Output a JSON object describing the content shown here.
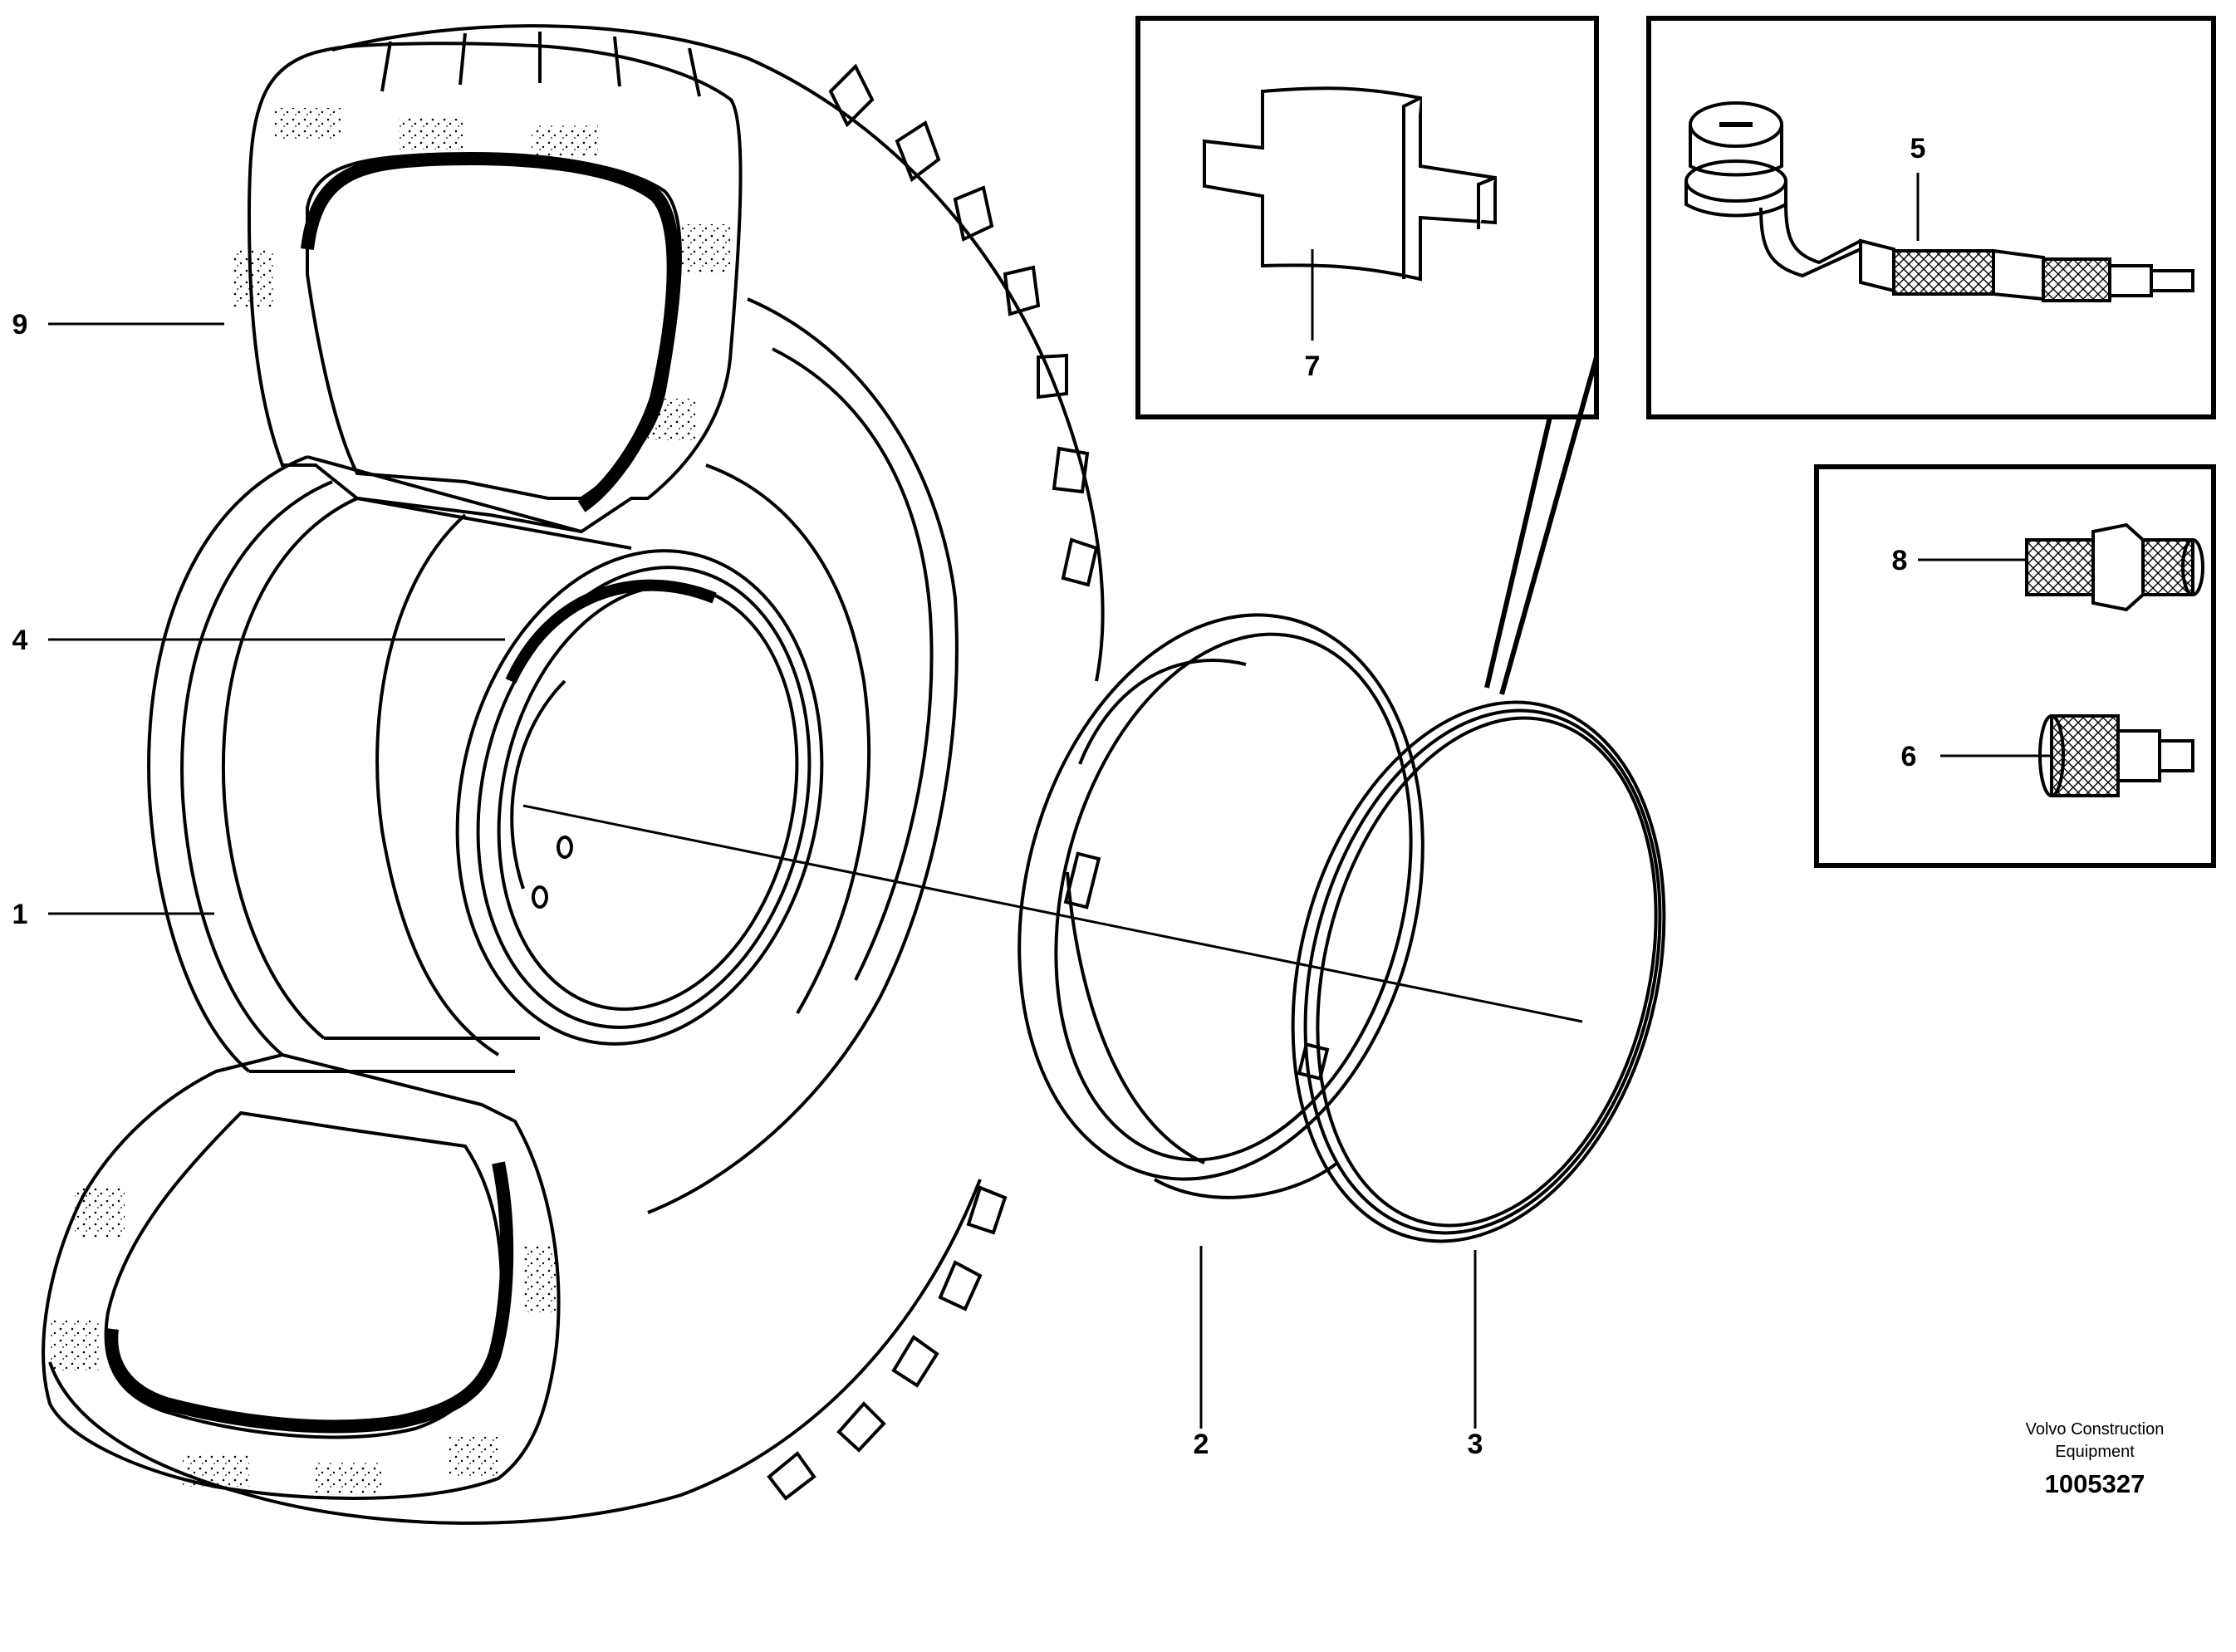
{
  "callouts": {
    "c1": "1",
    "c2": "2",
    "c3": "3",
    "c4": "4",
    "c5": "5",
    "c6": "6",
    "c7": "7",
    "c8": "8",
    "c9": "9"
  },
  "credit": {
    "line1": "Volvo Construction",
    "line2": "Equipment",
    "code": "1005327"
  },
  "colors": {
    "ink": "#000000",
    "paper": "#ffffff"
  }
}
